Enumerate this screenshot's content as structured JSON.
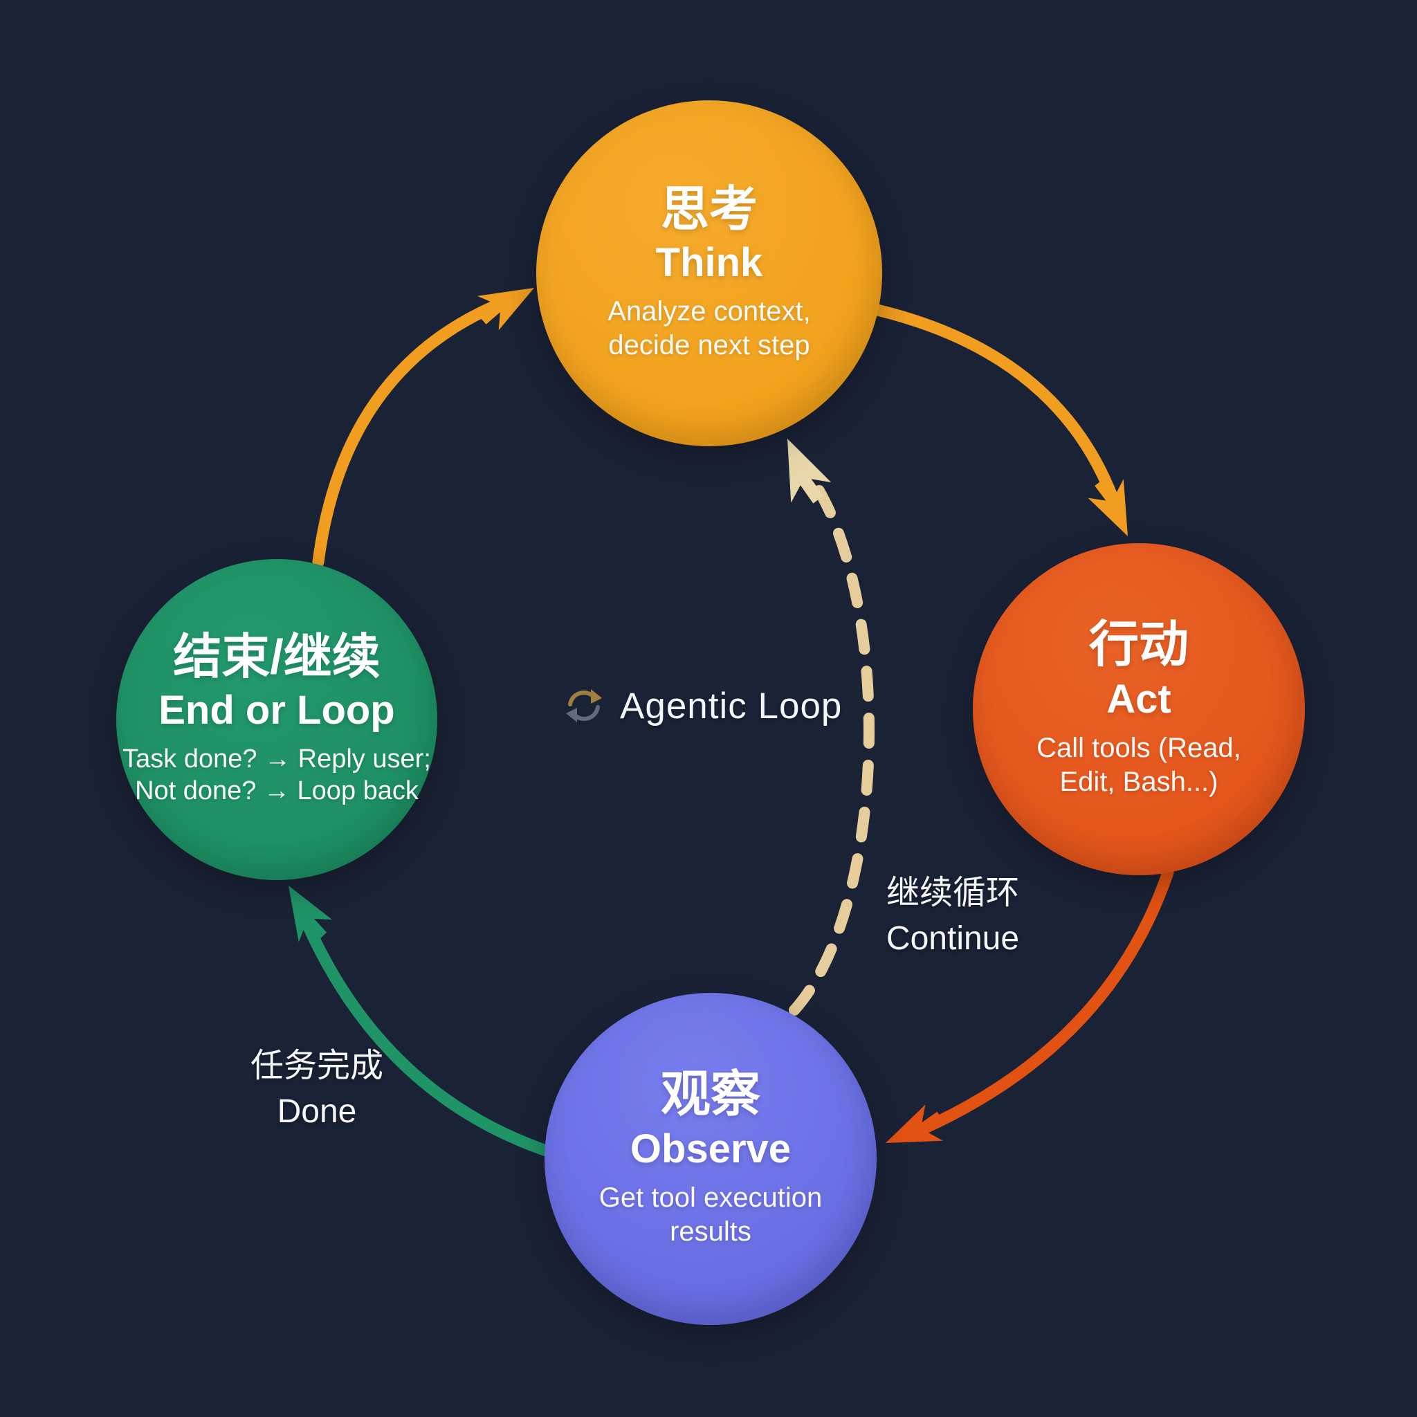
{
  "center": {
    "label": "Agentic Loop",
    "icon": "loop-refresh-icon"
  },
  "nodes": {
    "think": {
      "zh": "思考",
      "en": "Think",
      "line1": "Analyze context,",
      "line2": "decide next step",
      "color": "#F2A120"
    },
    "act": {
      "zh": "行动",
      "en": "Act",
      "line1": "Call tools (Read,",
      "line2": "Edit, Bash...)",
      "color": "#E4561E"
    },
    "observe": {
      "zh": "观察",
      "en": "Observe",
      "line1": "Get tool execution",
      "line2": "results",
      "color": "#6C70E4"
    },
    "end": {
      "zh": "结束/继续",
      "en": "End or Loop",
      "line1": "Task done? → Reply user;",
      "line2": "Not done? → Loop back",
      "color": "#1F9166"
    }
  },
  "edge_labels": {
    "done": {
      "zh": "任务完成",
      "en": "Done"
    },
    "continue": {
      "zh": "继续循环",
      "en": "Continue"
    }
  },
  "arrows": {
    "end_to_think_color": "#F09D20",
    "think_to_act_color": "#F09D20",
    "act_to_observe_color": "#E25212",
    "observe_to_end_color": "#1F9467",
    "observe_to_think_dashed_color": "#E7CD9C"
  },
  "background_color": "#1A2236"
}
